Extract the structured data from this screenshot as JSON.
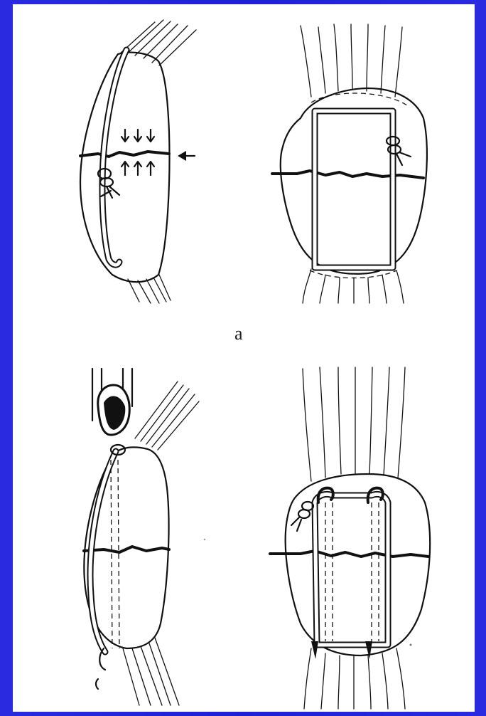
{
  "figure": {
    "panel_label_a": "a",
    "colors": {
      "frame": "#2222dd",
      "sheet": "#ffffff",
      "ink": "#111111"
    },
    "panels": [
      {
        "id": "a-lateral",
        "name": "tension-band-lateral-view"
      },
      {
        "id": "a-anterior",
        "name": "tension-band-anterior-view"
      },
      {
        "id": "b-lateral",
        "name": "wire-loop-lateral-view"
      },
      {
        "id": "b-anterior",
        "name": "wire-loop-anterior-view"
      }
    ]
  }
}
